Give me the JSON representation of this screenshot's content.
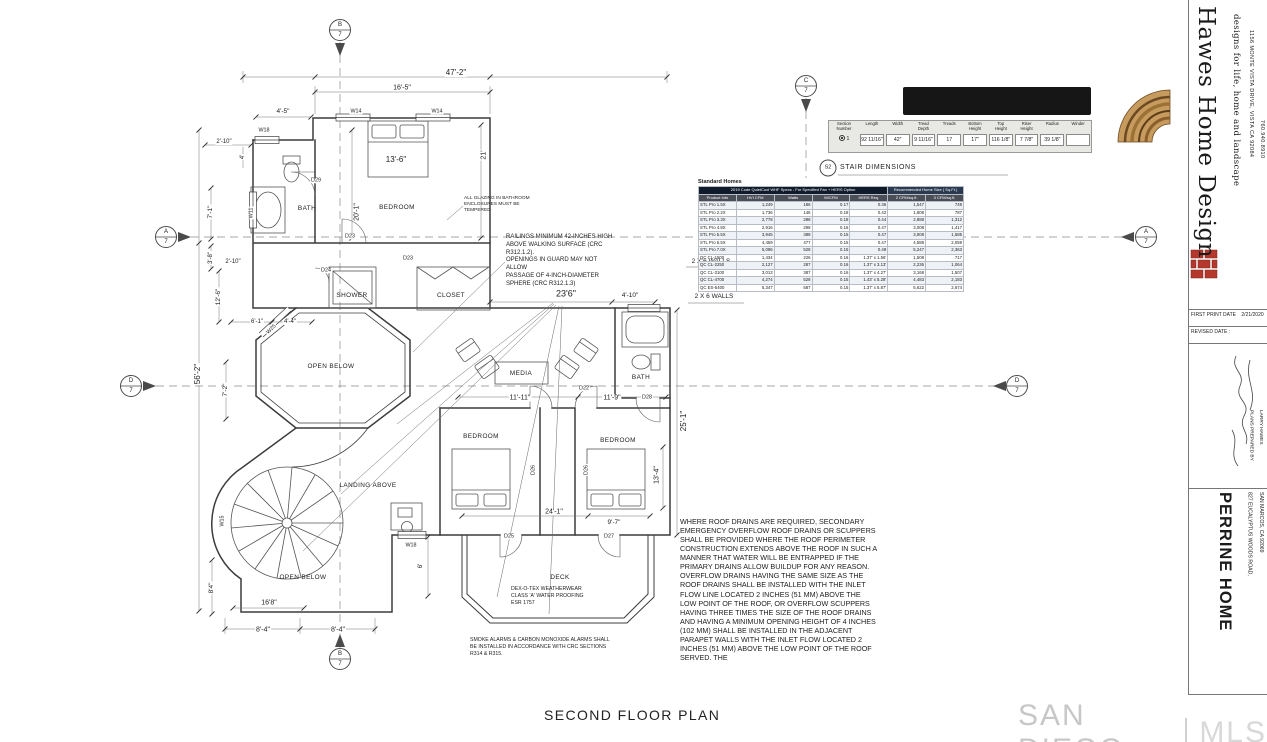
{
  "sheet": {
    "plan_title": "SECOND FLOOR PLAN"
  },
  "watermark": {
    "left": "SAN DIEGO",
    "right": "MLS"
  },
  "grid": {
    "a": "A",
    "b": "B",
    "c": "C",
    "d": "D",
    "num": "7"
  },
  "title_block": {
    "company": "Hawes Home Design",
    "tagline": "designs for life, home and landscape",
    "company_address": "1156 MONTE VISTA DRIVE, VISTA CA 92084",
    "company_phone": "760.940.8910",
    "first_print_label": "FIRST PRINT DATE",
    "first_print_date": "2/21/2020",
    "revised_label": "REVISED DATE :",
    "prepared_by": "PLANS PREPARED BY\nLARRY HAWES\nHAWES HOME DESIGN",
    "project_name": "PERRINE HOME",
    "project_address": "827 EUCALYPTUS WOODS ROAD,\nSAN MARCOS, CA 92069"
  },
  "stair_form": {
    "bubble": "S2",
    "label": "STAIR DIMENSIONS",
    "cols": [
      {
        "h": "Section\nNumber",
        "v": "1"
      },
      {
        "h": "Length",
        "v": "92 11/16\""
      },
      {
        "h": "Width",
        "v": "42\""
      },
      {
        "h": "Tread\nDepth",
        "v": "9 11/16\""
      },
      {
        "h": "Treads",
        "v": "17"
      },
      {
        "h": "Bottom\nHeight",
        "v": "17\""
      },
      {
        "h": "Top\nHeight",
        "v": "116 1/8\""
      },
      {
        "h": "Riser\nHeight",
        "v": "7 7/8\""
      },
      {
        "h": "Radius",
        "v": "39 1/8\""
      },
      {
        "h": "Winder",
        "v": ""
      }
    ]
  },
  "fan_table": {
    "title": "Standard Homes",
    "spec_header": "2019 Code QuietCool WHF Specs  -  For Specified Fan + HERS Option",
    "size_header": "Recommended Home Size ( Sq.Ft.)",
    "columns": [
      "Product Info",
      "HVI CFM",
      "Watts",
      "W/CFM",
      "HERS Req.",
      "2 CFM/sq.ft.",
      "3 CFM/sq.ft."
    ],
    "rows": [
      [
        "STL Pro 1.5X",
        "1,249",
        "186",
        "0.17",
        "0.36",
        "1,547",
        "749"
      ],
      [
        "STL Pro 2.2X",
        "1,736",
        "146",
        "0.18",
        "0.42",
        "1,808",
        "787"
      ],
      [
        "STL Pro 3.3X",
        "2,778",
        "288",
        "0.18",
        "0.44",
        "2,888",
        "1,312"
      ],
      [
        "STL Pro 4.8X",
        "2,916",
        "298",
        "0.16",
        "0.47",
        "3,008",
        "1,417"
      ],
      [
        "STL Pro 5.5X",
        "3,945",
        "388",
        "0.15",
        "0.47",
        "3,908",
        "1,585"
      ],
      [
        "STL Pro 6.5X",
        "4,459",
        "477",
        "0.15",
        "0.47",
        "4,588",
        "2,059"
      ],
      [
        "STL Pro 7.0X",
        "5,096",
        "528",
        "0.15",
        "0.48",
        "5,247",
        "2,363"
      ],
      [
        "QC CL-1500",
        "1,434",
        "226",
        "0.16",
        "1.37' x 1.56'",
        "1,508",
        "717"
      ],
      [
        "QC CL-2250",
        "2,127",
        "287",
        "0.16",
        "1.37' x 3.13'",
        "2,236",
        "1,064"
      ],
      [
        "QC CL-3100",
        "3,013",
        "387",
        "0.16",
        "1.37' x 4.27'",
        "3,168",
        "1,507"
      ],
      [
        "QC CL-4700",
        "4,274",
        "528",
        "0.15",
        "1.43' x 5.28'",
        "4,483",
        "2,183"
      ],
      [
        "QC ES-5400",
        "5,347",
        "587",
        "0.15",
        "1.37' x 5.87'",
        "5,622",
        "2,674"
      ]
    ]
  },
  "wall_notes": {
    "a": "2 X 6 WALLS",
    "b": "2 X 6 WALLS"
  },
  "rooms": {
    "bath1": "BATH",
    "bedroom1": "BEDROOM",
    "shower": "SHOWER",
    "closet": "CLOSET",
    "open_below1": "OPEN BELOW",
    "media": "MEDIA",
    "bath2": "BATH",
    "bedroom2": "BEDROOM",
    "bedroom3": "BEDROOM",
    "landing": "LANDING ABOVE",
    "open_below2": "OPEN BELOW",
    "deck": "DECK"
  },
  "dims": {
    "w47_2": "47'-2\"",
    "w16_5": "16'-5\"",
    "w4_5": "4'-5\"",
    "w2_10a": "2'-10\"",
    "w4": "4'",
    "h7_1": "7'-1\"",
    "h3_8": "3'-8\"",
    "w2_10b": "2'-10\"",
    "h12_6": "12'-6\"",
    "w6_1": "6'-1\"",
    "w4_4": "4'-4\"",
    "h56_2": "56'-2\"",
    "h7_2": "7'-2\"",
    "h20_1": "20'-1\"",
    "h21": "21'",
    "r13_6": "13'-6\"",
    "w23_6": "23'6\"",
    "w4_10": "4'-10\"",
    "w11_11": "11'-11\"",
    "w11_9": "11'-9\"",
    "h25_1": "25'-1\"",
    "h13_4": "13'-4\"",
    "w24_1": "24'-1\"",
    "w9_7": "9'-7\"",
    "h6": "6'",
    "w16_8": "16'8\"",
    "w8_4a": "8'-4\"",
    "w8_4b": "8'-4\"",
    "h8_4": "8'4\""
  },
  "tags": {
    "w14a": "W14",
    "w14b": "W14",
    "w18a": "W18",
    "w11": "W11",
    "d29": "D29",
    "d23a": "D23",
    "d23b": "D23",
    "d24": "D24",
    "w25": "W25",
    "w15": "W15",
    "d22": "D22",
    "d28": "D28",
    "d26a": "D26",
    "d26b": "D26",
    "d25": "D25",
    "d27": "D27",
    "w18b": "W18"
  },
  "notes": {
    "glazing": "ALL GLAZING IN BATHROOM\nENCLOSURES MUST BE\nTEMPERED",
    "railings": "RAILINGS MINIMUM 42-INCHES HIGH\nABOVE WALKING SURFACE (CRC\nR312.1.2).\nOPENINGS IN GUARD MAY NOT ALLOW\nPASSAGE OF 4-INCH-DIAMETER\nSPHERE (CRC R312.1.3)",
    "deck_wp": "DEX-O-TEX WEATHERWEAR\nCLASS 'A' WATER PROOFING\nESR 1757",
    "smoke": "SMOKE ALARMS & CARBON MONOXIDE ALARMS SHALL\nBE INSTALLED IN ACCORDANCE WITH CRC SECTIONS\nR314 & R315.",
    "roof": "WHERE ROOF DRAINS ARE REQUIRED, SECONDARY EMERGENCY OVERFLOW ROOF DRAINS OR SCUPPERS SHALL BE PROVIDED WHERE THE ROOF PERIMETER CONSTRUCTION EXTENDS ABOVE THE ROOF IN SUCH A MANNER THAT WATER WILL BE ENTRAPPED IF THE PRIMARY DRAINS ALLOW BUILDUP FOR ANY REASON. OVERFLOW DRAINS HAVING THE SAME SIZE AS THE ROOF DRAINS SHALL BE INSTALLED WITH THE INLET FLOW LINE LOCATED 2 INCHES (51 MM) ABOVE THE LOW POINT OF THE ROOF, OR OVERFLOW SCUPPERS HAVING THREE TIMES THE SIZE OF THE ROOF DRAINS AND HAVING A MINIMUM OPENING HEIGHT OF 4 INCHES (102 MM) SHALL BE INSTALLED IN THE ADJACENT PARAPET WALLS WITH THE INLET FLOW LOCATED 2 INCHES (51 MM) ABOVE THE LOW POINT OF THE ROOF SERVED. THE"
  }
}
